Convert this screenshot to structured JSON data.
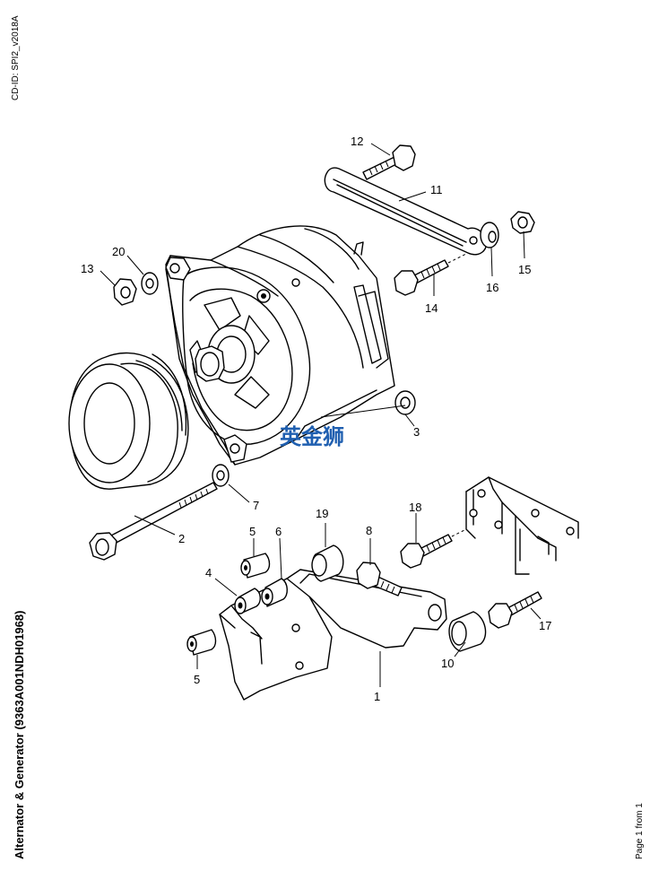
{
  "header": {
    "cd_id": "CD-ID: SPI2_v2018A"
  },
  "title": "Alternator & Generator (9363A001NDH01968)",
  "footer": {
    "page": "Page 1 from 1"
  },
  "watermark": "英金狮",
  "callouts": [
    {
      "id": "c1",
      "label": "1"
    },
    {
      "id": "c2",
      "label": "2"
    },
    {
      "id": "c3",
      "label": "3"
    },
    {
      "id": "c4",
      "label": "4"
    },
    {
      "id": "c5a",
      "label": "5"
    },
    {
      "id": "c5b",
      "label": "5"
    },
    {
      "id": "c6",
      "label": "6"
    },
    {
      "id": "c7",
      "label": "7"
    },
    {
      "id": "c8",
      "label": "8"
    },
    {
      "id": "c10",
      "label": "10"
    },
    {
      "id": "c11",
      "label": "11"
    },
    {
      "id": "c12",
      "label": "12"
    },
    {
      "id": "c13",
      "label": "13"
    },
    {
      "id": "c14",
      "label": "14"
    },
    {
      "id": "c15",
      "label": "15"
    },
    {
      "id": "c16",
      "label": "16"
    },
    {
      "id": "c17",
      "label": "17"
    },
    {
      "id": "c18",
      "label": "18"
    },
    {
      "id": "c19",
      "label": "19"
    },
    {
      "id": "c20",
      "label": "20"
    }
  ]
}
